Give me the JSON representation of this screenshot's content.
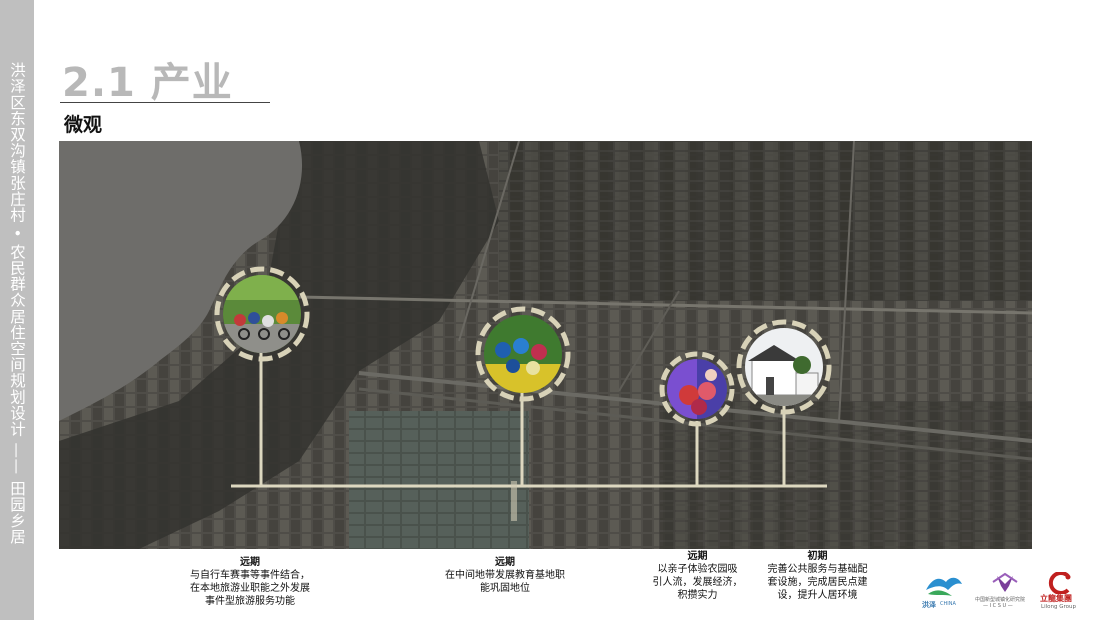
{
  "sidebar": {
    "text": "洪泽区东双沟镇张庄村 • 农民群众居住空间规划设计 —— 田园乡居"
  },
  "page": {
    "title": "2.1 产业",
    "subtitle": "微观"
  },
  "captions": [
    {
      "title": "远期",
      "lines": [
        "与自行车赛事等事件结合，",
        "在本地旅游业职能之外发展",
        "事件型旅游服务功能"
      ]
    },
    {
      "title": "远期",
      "lines": [
        "在中间地带发展教育基地职",
        "能巩固地位"
      ]
    },
    {
      "title": "远期",
      "lines": [
        "以亲子体验农园吸",
        "引人流，发展经济，",
        "积攒实力"
      ]
    },
    {
      "title": "初期",
      "lines": [
        "完善公共服务与基础配",
        "套设施，完成居民点建",
        "设，提升人居环境"
      ]
    }
  ],
  "logos": {
    "hongze": {
      "label": "洪泽",
      "sub": "CHINA"
    },
    "icsu": {
      "label": "中国新型城镇化研究院",
      "sub": "— I C S U —"
    },
    "lilong": {
      "label": "立龍集團",
      "sub": "Lilong Group"
    }
  },
  "colors": {
    "connector": "#ddd8c0",
    "ring_dash": "#d8d2b8",
    "water": "#6e6d6a",
    "farmland": "#55534d"
  }
}
